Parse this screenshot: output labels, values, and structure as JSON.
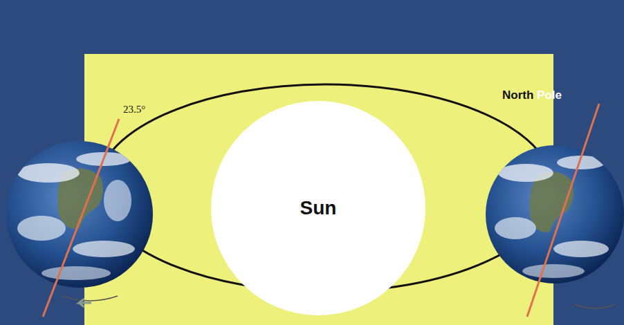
{
  "diagram": {
    "nodes": [
      {
        "text": [
          "Sun"
        ]
      }
    ],
    "labels": [
      "23.5°",
      "North Pole"
    ]
  }
}
